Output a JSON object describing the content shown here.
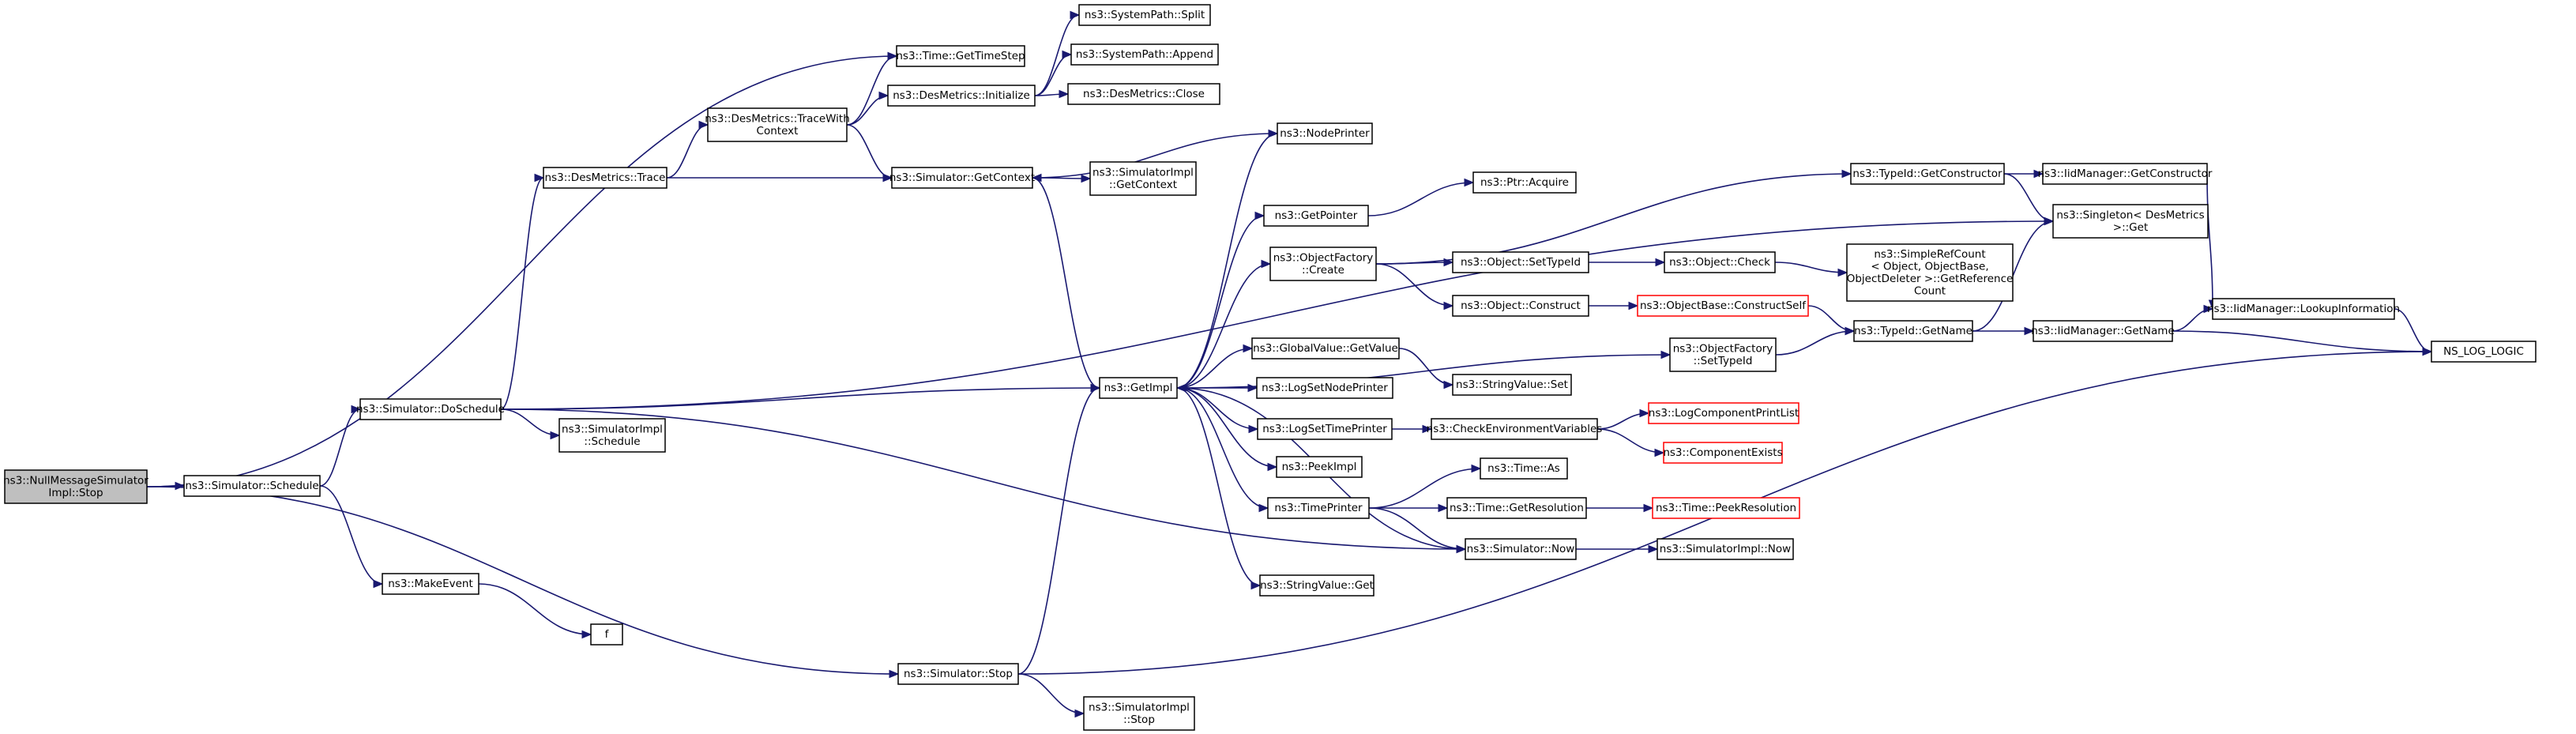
{
  "diagram": {
    "nodes": [
      {
        "id": "root",
        "lines": [
          "ns3::NullMessageSimulator",
          "Impl::Stop"
        ],
        "style": "root"
      },
      {
        "id": "sched",
        "lines": [
          "ns3::Simulator::Schedule"
        ]
      },
      {
        "id": "dosched",
        "lines": [
          "ns3::Simulator::DoSchedule"
        ]
      },
      {
        "id": "makeevent",
        "lines": [
          "ns3::MakeEvent"
        ]
      },
      {
        "id": "f",
        "lines": [
          "f"
        ]
      },
      {
        "id": "simstop",
        "lines": [
          "ns3::Simulator::Stop"
        ]
      },
      {
        "id": "implstop",
        "lines": [
          "ns3::SimulatorImpl",
          "::Stop"
        ]
      },
      {
        "id": "destrace",
        "lines": [
          "ns3::DesMetrics::Trace"
        ]
      },
      {
        "id": "tracewith",
        "lines": [
          "ns3::DesMetrics::TraceWith",
          "Context"
        ]
      },
      {
        "id": "gettimestep",
        "lines": [
          "ns3::Time::GetTimeStep"
        ]
      },
      {
        "id": "desinit",
        "lines": [
          "ns3::DesMetrics::Initialize"
        ]
      },
      {
        "id": "split",
        "lines": [
          "ns3::SystemPath::Split"
        ]
      },
      {
        "id": "append",
        "lines": [
          "ns3::SystemPath::Append"
        ]
      },
      {
        "id": "desclose",
        "lines": [
          "ns3::DesMetrics::Close"
        ]
      },
      {
        "id": "getcontext",
        "lines": [
          "ns3::Simulator::GetContext"
        ]
      },
      {
        "id": "implgetcontext",
        "lines": [
          "ns3::SimulatorImpl",
          "::GetContext"
        ]
      },
      {
        "id": "implschedule",
        "lines": [
          "ns3::SimulatorImpl",
          "::Schedule"
        ]
      },
      {
        "id": "getimpl",
        "lines": [
          "ns3::GetImpl"
        ]
      },
      {
        "id": "nodeprinter",
        "lines": [
          "ns3::NodePrinter"
        ]
      },
      {
        "id": "getpointer",
        "lines": [
          "ns3::GetPointer"
        ]
      },
      {
        "id": "ptracquire",
        "lines": [
          "ns3::Ptr::Acquire"
        ]
      },
      {
        "id": "objfactcreate",
        "lines": [
          "ns3::ObjectFactory",
          "::Create"
        ]
      },
      {
        "id": "settypeid",
        "lines": [
          "ns3::Object::SetTypeId"
        ]
      },
      {
        "id": "objconstruct",
        "lines": [
          "ns3::Object::Construct"
        ]
      },
      {
        "id": "objcheck",
        "lines": [
          "ns3::Object::Check"
        ]
      },
      {
        "id": "refcount",
        "lines": [
          "ns3::SimpleRefCount",
          "< Object, ObjectBase,",
          "ObjectDeleter >::GetReference",
          "Count"
        ]
      },
      {
        "id": "constructself",
        "lines": [
          "ns3::ObjectBase::ConstructSelf"
        ],
        "style": "red"
      },
      {
        "id": "objfactsettype",
        "lines": [
          "ns3::ObjectFactory",
          "::SetTypeId"
        ]
      },
      {
        "id": "typeidgetname",
        "lines": [
          "ns3::TypeId::GetName"
        ]
      },
      {
        "id": "typeidgetctor",
        "lines": [
          "ns3::TypeId::GetConstructor"
        ]
      },
      {
        "id": "iidgetctor",
        "lines": [
          "ns3::IidManager::GetConstructor"
        ]
      },
      {
        "id": "singleton",
        "lines": [
          "ns3::Singleton< DesMetrics",
          " >::Get"
        ]
      },
      {
        "id": "iidgetname",
        "lines": [
          "ns3::IidManager::GetName"
        ]
      },
      {
        "id": "lookupinfo",
        "lines": [
          "ns3::IidManager::LookupInformation"
        ]
      },
      {
        "id": "nslog",
        "lines": [
          "NS_LOG_LOGIC"
        ]
      },
      {
        "id": "gvgetvalue",
        "lines": [
          "ns3::GlobalValue::GetValue"
        ]
      },
      {
        "id": "stringset",
        "lines": [
          "ns3::StringValue::Set"
        ]
      },
      {
        "id": "lognodeprinter",
        "lines": [
          "ns3::LogSetNodePrinter"
        ]
      },
      {
        "id": "logtimeprinter",
        "lines": [
          "ns3::LogSetTimePrinter"
        ]
      },
      {
        "id": "checkenv",
        "lines": [
          "ns3::CheckEnvironmentVariables"
        ]
      },
      {
        "id": "logcomplist",
        "lines": [
          "ns3::LogComponentPrintList"
        ],
        "style": "red"
      },
      {
        "id": "compexists",
        "lines": [
          "ns3::ComponentExists"
        ],
        "style": "red"
      },
      {
        "id": "peekimpl",
        "lines": [
          "ns3::PeekImpl"
        ]
      },
      {
        "id": "timeprinter",
        "lines": [
          "ns3::TimePrinter"
        ]
      },
      {
        "id": "timeas",
        "lines": [
          "ns3::Time::As"
        ]
      },
      {
        "id": "getresolution",
        "lines": [
          "ns3::Time::GetResolution"
        ]
      },
      {
        "id": "peekresolution",
        "lines": [
          "ns3::Time::PeekResolution"
        ],
        "style": "red"
      },
      {
        "id": "simnow",
        "lines": [
          "ns3::Simulator::Now"
        ]
      },
      {
        "id": "implnow",
        "lines": [
          "ns3::SimulatorImpl::Now"
        ]
      },
      {
        "id": "stringget",
        "lines": [
          "ns3::StringValue::Get"
        ]
      }
    ]
  }
}
